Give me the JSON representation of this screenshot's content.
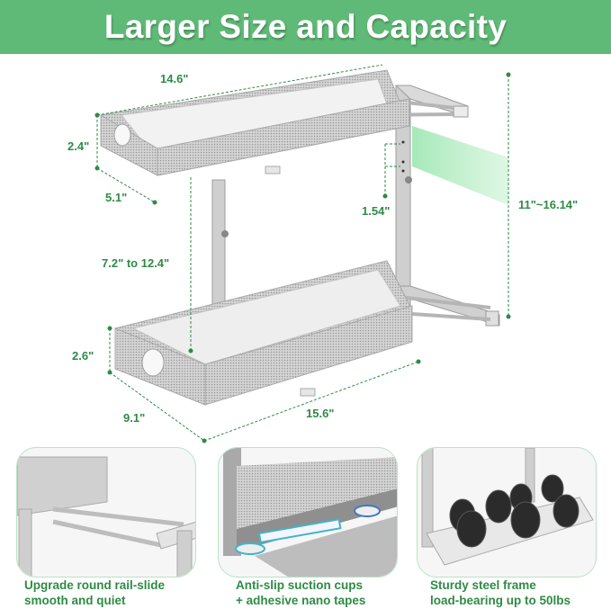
{
  "header": {
    "title": "Larger Size and Capacity"
  },
  "colors": {
    "banner": "#5fba77",
    "dimension_text": "#2e8b45",
    "card_border": "#b9e3c2"
  },
  "dimensions": {
    "top_length": "14.6\"",
    "top_height": "2.4\"",
    "top_width": "5.1\"",
    "shelf_gap": "7.2\" to 12.4\"",
    "adjust_step": "1.54\"",
    "total_height": "11\"~16.14\"",
    "bottom_height": "2.6\"",
    "bottom_width": "9.1\"",
    "bottom_length": "15.6\""
  },
  "features": [
    {
      "line1": "Upgrade round rail-slide",
      "line2": "smooth and quiet",
      "icon": "rail-slide-image"
    },
    {
      "line1": "Anti-slip suction cups",
      "line2": "+ adhesive nano tapes",
      "icon": "suction-cup-image"
    },
    {
      "line1": "Sturdy steel frame",
      "line2": "load-bearing up to 50lbs",
      "icon": "dumbbell-load-image"
    }
  ]
}
